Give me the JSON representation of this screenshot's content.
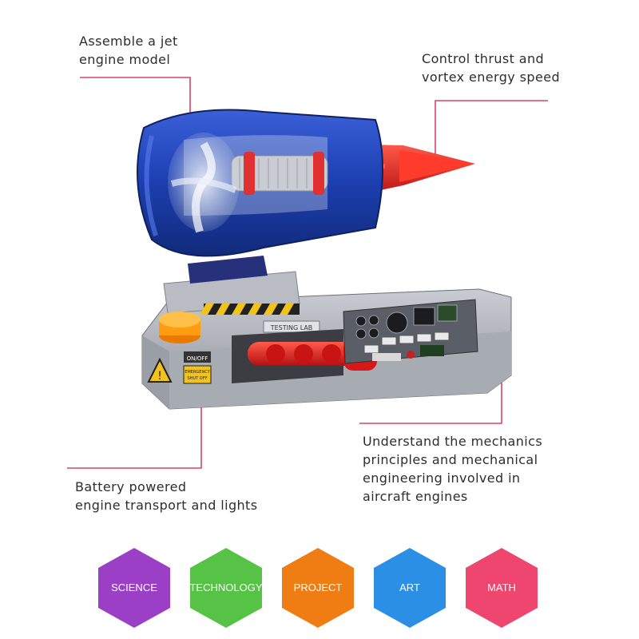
{
  "callouts": {
    "assemble": {
      "line1": "Assemble a jet",
      "line2": "engine model"
    },
    "thrust": {
      "line1": "Control thrust and",
      "line2": "vortex energy speed"
    },
    "mechanics": {
      "line1": "Understand the mechanics",
      "line2": "principles and mechanical",
      "line3": "engineering involved in",
      "line4": "aircraft engines"
    },
    "battery": {
      "line1": "Battery powered",
      "line2": "engine transport and lights"
    }
  },
  "product": {
    "panel_label": "TESTING LAB",
    "switch_label": "ON/OFF",
    "shutoff_label": "EMERGENCY SHUT OFF"
  },
  "stem": [
    {
      "label": "SCIENCE",
      "color": "#9b3fc6"
    },
    {
      "label": "TECHNOLOGY",
      "color": "#56c246"
    },
    {
      "label": "PROJECT",
      "color": "#f07d14"
    },
    {
      "label": "ART",
      "color": "#2c8fe6"
    },
    {
      "label": "MATH",
      "color": "#ef4670"
    }
  ],
  "colors": {
    "accent_line": "#d9446b",
    "engine_blue": "#1c3fb0",
    "engine_red": "#e01f1f"
  }
}
